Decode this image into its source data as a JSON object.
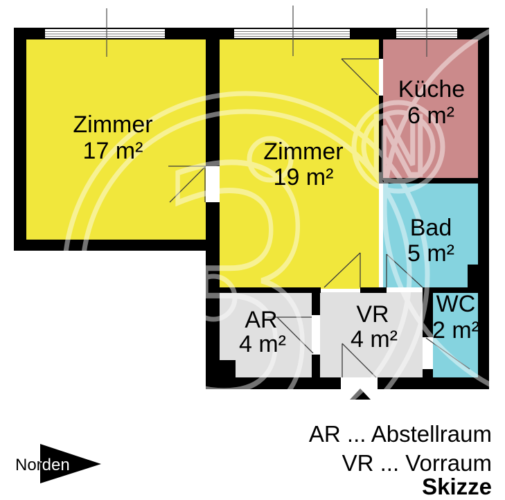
{
  "plan": {
    "rooms": [
      {
        "key": "zimmer17",
        "label": "Zimmer",
        "area": "17 m²",
        "color": "#F1E73C"
      },
      {
        "key": "zimmer19",
        "label": "Zimmer",
        "area": "19 m²",
        "color": "#F1E73C"
      },
      {
        "key": "kueche",
        "label": "Küche",
        "area": "6 m²",
        "color": "#CB8A8B"
      },
      {
        "key": "bad",
        "label": "Bad",
        "area": "5 m²",
        "color": "#85D3DF"
      },
      {
        "key": "wc",
        "label": "WC",
        "area": "2 m²",
        "color": "#85D3DF"
      },
      {
        "key": "ar",
        "label": "AR",
        "area": "4 m²",
        "color": "#E0E0E0"
      },
      {
        "key": "vr",
        "label": "VR",
        "area": "4 m²",
        "color": "#E0E0E0"
      }
    ],
    "colors": {
      "wall": "#000000",
      "door_line": "#3a3a3a",
      "window_line": "#7d7d7d",
      "axis_line": "#4a4a4a",
      "watermark": "#FFFFFF",
      "text": "#000000"
    }
  },
  "compass": {
    "label": "Norden"
  },
  "legend": {
    "entries": [
      "AR ... Abstellraum",
      "VR ... Vorraum"
    ],
    "note": "Skizze"
  },
  "watermark": {
    "glyph_b": "3",
    "glyph_n": "N"
  }
}
